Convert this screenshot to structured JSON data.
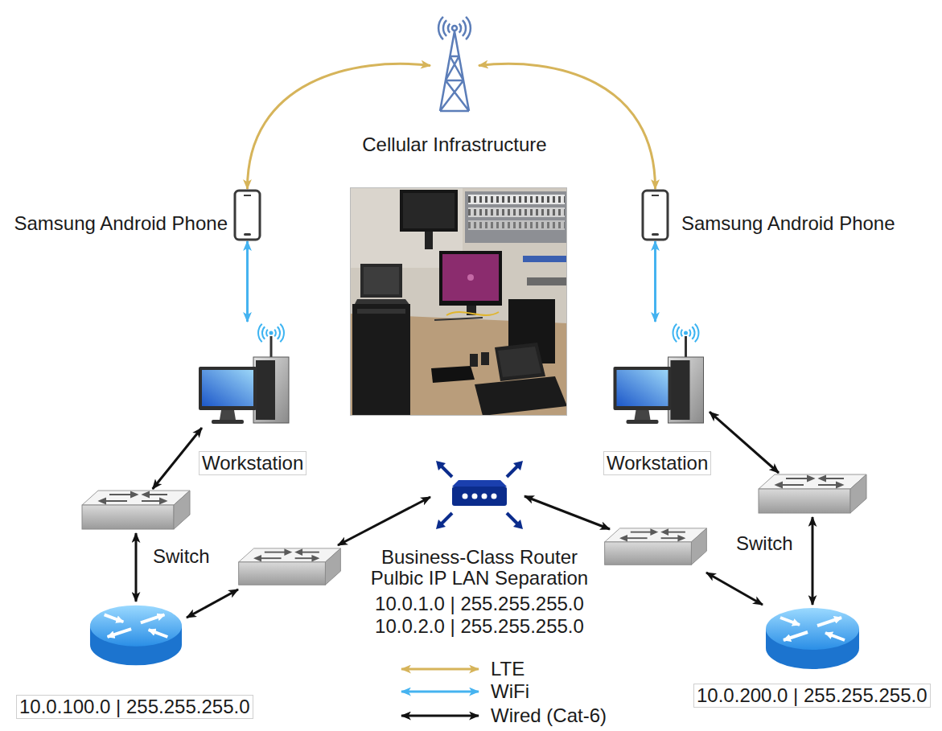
{
  "diagram": {
    "nodes": [
      {
        "text": [
          "Cellular Infrastructure"
        ]
      },
      {
        "text": [
          "Samsung Android Phone"
        ]
      },
      {
        "text": [
          "Samsung Android Phone"
        ]
      },
      {
        "text": [
          "Workstation"
        ]
      },
      {
        "text": [
          "Workstation"
        ]
      },
      {
        "text": [
          "Switch"
        ]
      },
      {
        "text": [
          "Business-Class Router",
          "Pulbic IP LAN Separation",
          "10.0.1.0 | 255.255.255.0",
          "10.0.2.0 | 255.255.255.0"
        ]
      },
      {
        "text": [
          "Switch"
        ]
      },
      {
        "text": [
          "10.0.100.0 | 255.255.255.0"
        ]
      },
      {
        "text": [
          "10.0.200.0 | 255.255.255.0"
        ]
      }
    ],
    "edges": [
      {
        "from": 0,
        "to": 1,
        "arrow": "both"
      },
      {
        "from": 0,
        "to": 2,
        "arrow": "both"
      },
      {
        "from": 1,
        "to": 3,
        "arrow": "both"
      },
      {
        "from": 2,
        "to": 4,
        "arrow": "both"
      },
      {
        "from": 3,
        "to": 5,
        "arrow": "both"
      },
      {
        "from": 5,
        "to": 8,
        "arrow": "both"
      },
      {
        "from": 4,
        "to": 7,
        "arrow": "both"
      },
      {
        "from": 7,
        "to": 9,
        "arrow": "both"
      }
    ],
    "legend": [
      {
        "text": "LTE"
      },
      {
        "text": "WiFi"
      },
      {
        "text": "Wired (Cat-6)"
      }
    ]
  }
}
